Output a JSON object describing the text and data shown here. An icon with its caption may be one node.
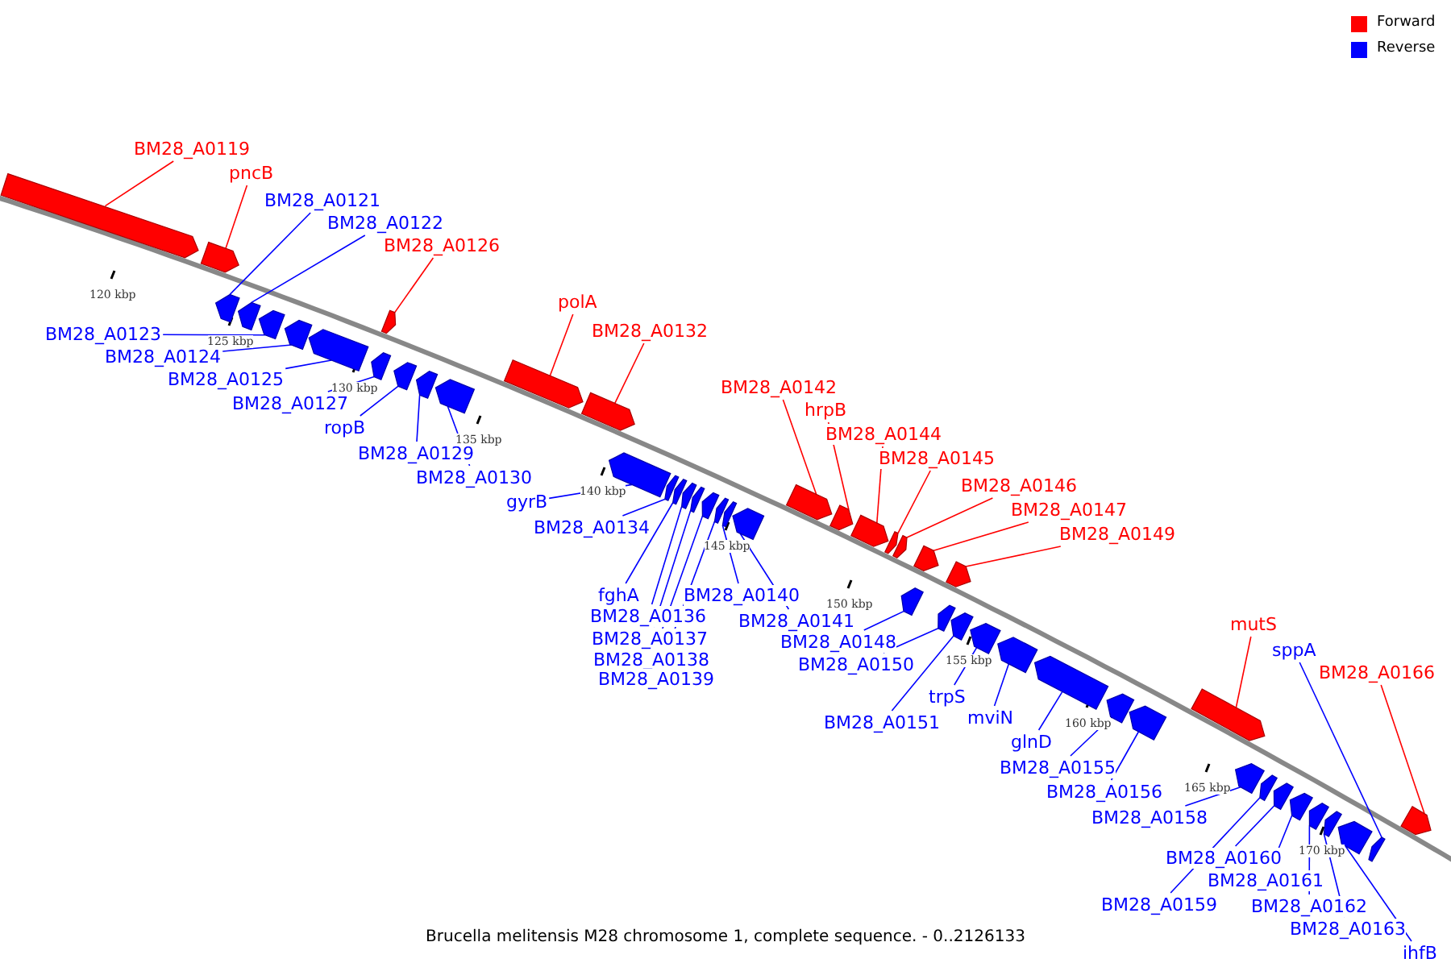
{
  "diagram": {
    "caption": "Brucella melitensis M28 chromosome 1, complete sequence. - 0..2126133",
    "nodes": [
      {
        "text": [
          "BM28_A0119"
        ]
      },
      {
        "text": [],
        "shape": "bar"
      },
      {
        "text": [
          "pncB"
        ]
      },
      {
        "text": [],
        "shape": "bar"
      },
      {
        "text": [
          "BM28_A0121"
        ]
      },
      {
        "text": [],
        "shape": "bar"
      },
      {
        "text": [
          "BM28_A0122"
        ]
      },
      {
        "text": [],
        "shape": "bar"
      },
      {
        "text": [
          "BM28_A0126"
        ]
      },
      {
        "text": [],
        "shape": "bar"
      },
      {
        "text": [
          "BM28_A0123"
        ]
      },
      {
        "text": [],
        "shape": "bar"
      },
      {
        "text": [
          "BM28_A0124"
        ]
      },
      {
        "text": [],
        "shape": "bar"
      },
      {
        "text": [
          "BM28_A0125"
        ]
      },
      {
        "text": [],
        "shape": "bar"
      },
      {
        "text": [
          "BM28_A0127"
        ]
      },
      {
        "text": [],
        "shape": "bar"
      },
      {
        "text": [
          "ropB"
        ]
      },
      {
        "text": [],
        "shape": "bar"
      },
      {
        "text": [
          "BM28_A0129"
        ]
      },
      {
        "text": [],
        "shape": "bar"
      },
      {
        "text": [
          "BM28_A0130"
        ]
      },
      {
        "text": [],
        "shape": "bar"
      },
      {
        "text": [
          "polA"
        ]
      },
      {
        "text": [],
        "shape": "bar"
      },
      {
        "text": [
          "BM28_A0132"
        ]
      },
      {
        "text": [],
        "shape": "bar"
      },
      {
        "text": [
          "BM28_A0142"
        ]
      },
      {
        "text": [],
        "shape": "bar"
      },
      {
        "text": [
          "hrpB"
        ]
      },
      {
        "text": [],
        "shape": "bar"
      },
      {
        "text": [
          "BM28_A0144"
        ]
      },
      {
        "text": [],
        "shape": "bar"
      },
      {
        "text": [
          "BM28_A0145"
        ]
      },
      {
        "text": [],
        "shape": "bar"
      },
      {
        "text": [
          "BM28_A0146"
        ]
      },
      {
        "text": [],
        "shape": "bar"
      },
      {
        "text": [
          "BM28_A0147"
        ]
      },
      {
        "text": [],
        "shape": "bar"
      },
      {
        "text": [
          "BM28_A0149"
        ]
      },
      {
        "text": [],
        "shape": "bar"
      },
      {
        "text": [
          "gyrB"
        ]
      },
      {
        "text": [],
        "shape": "bar"
      },
      {
        "text": [
          "BM28_A0134"
        ]
      },
      {
        "text": [],
        "shape": "bar"
      },
      {
        "text": [
          "fghA"
        ]
      },
      {
        "text": [],
        "shape": "bar"
      },
      {
        "text": [
          "BM28_A0136"
        ]
      },
      {
        "text": [],
        "shape": "bar"
      },
      {
        "text": [
          "BM28_A0137"
        ]
      },
      {
        "text": [],
        "shape": "bar"
      },
      {
        "text": [
          "BM28_A0138"
        ]
      },
      {
        "text": [],
        "shape": "bar"
      },
      {
        "text": [
          "BM28_A0139"
        ]
      },
      {
        "text": [],
        "shape": "bar"
      },
      {
        "text": [
          "BM28_A0140"
        ]
      },
      {
        "text": [],
        "shape": "bar"
      },
      {
        "text": [
          "BM28_A0141"
        ]
      },
      {
        "text": [],
        "shape": "bar"
      },
      {
        "text": [
          "BM28_A0148"
        ]
      },
      {
        "text": [],
        "shape": "bar"
      },
      {
        "text": [
          "BM28_A0150"
        ]
      },
      {
        "text": [],
        "shape": "bar"
      },
      {
        "text": [
          "BM28_A0151"
        ]
      },
      {
        "text": [],
        "shape": "bar"
      },
      {
        "text": [
          "trpS"
        ]
      },
      {
        "text": [],
        "shape": "bar"
      },
      {
        "text": [
          "mviN"
        ]
      },
      {
        "text": [],
        "shape": "bar"
      },
      {
        "text": [
          "glnD"
        ]
      },
      {
        "text": [],
        "shape": "bar"
      },
      {
        "text": [
          "BM28_A0155"
        ]
      },
      {
        "text": [],
        "shape": "bar"
      },
      {
        "text": [
          "BM28_A0156"
        ]
      },
      {
        "text": [],
        "shape": "bar"
      },
      {
        "text": [
          "mutS"
        ]
      },
      {
        "text": [],
        "shape": "bar"
      },
      {
        "text": [
          "sppA"
        ]
      },
      {
        "text": [],
        "shape": "bar"
      },
      {
        "text": [
          "BM28_A0166"
        ]
      },
      {
        "text": [],
        "shape": "bar"
      },
      {
        "text": [
          "BM28_A0158"
        ]
      },
      {
        "text": [],
        "shape": "bar"
      },
      {
        "text": [
          "BM28_A0159"
        ]
      },
      {
        "text": [],
        "shape": "bar"
      },
      {
        "text": [
          "BM28_A0160"
        ]
      },
      {
        "text": [],
        "shape": "bar"
      },
      {
        "text": [
          "BM28_A0161"
        ]
      },
      {
        "text": [],
        "shape": "bar"
      },
      {
        "text": [
          "BM28_A0162"
        ]
      },
      {
        "text": [],
        "shape": "bar"
      },
      {
        "text": [
          "BM28_A0163"
        ]
      },
      {
        "text": [],
        "shape": "bar"
      },
      {
        "text": [
          "ihfB"
        ]
      },
      {
        "text": [],
        "shape": "bar"
      }
    ],
    "edges": [
      {
        "from": 0,
        "to": 1,
        "arrow": "none",
        "color": "#ff0000"
      },
      {
        "from": 2,
        "to": 3,
        "arrow": "none",
        "color": "#ff0000"
      },
      {
        "from": 4,
        "to": 5,
        "arrow": "none"
      },
      {
        "from": 6,
        "to": 7,
        "arrow": "none"
      },
      {
        "from": 8,
        "to": 9,
        "arrow": "none",
        "color": "#ff0000"
      },
      {
        "from": 10,
        "to": 11,
        "arrow": "none"
      },
      {
        "from": 12,
        "to": 13,
        "arrow": "none"
      },
      {
        "from": 14,
        "to": 15,
        "arrow": "none"
      },
      {
        "from": 16,
        "to": 17,
        "arrow": "none"
      },
      {
        "from": 18,
        "to": 19,
        "arrow": "none"
      },
      {
        "from": 20,
        "to": 21,
        "arrow": "none"
      },
      {
        "from": 22,
        "to": 23,
        "arrow": "none"
      },
      {
        "from": 24,
        "to": 25,
        "arrow": "none",
        "color": "#ff0000"
      },
      {
        "from": 26,
        "to": 27,
        "arrow": "none",
        "color": "#ff0000"
      },
      {
        "from": 28,
        "to": 29,
        "arrow": "none",
        "color": "#ff0000"
      },
      {
        "from": 30,
        "to": 31,
        "arrow": "none",
        "color": "#ff0000"
      },
      {
        "from": 32,
        "to": 33,
        "arrow": "none",
        "color": "#ff0000"
      },
      {
        "from": 34,
        "to": 35,
        "arrow": "none",
        "color": "#ff0000"
      },
      {
        "from": 36,
        "to": 37,
        "arrow": "none",
        "color": "#ff0000"
      },
      {
        "from": 38,
        "to": 39,
        "arrow": "none",
        "color": "#ff0000"
      },
      {
        "from": 40,
        "to": 41,
        "arrow": "none",
        "color": "#ff0000"
      },
      {
        "from": 42,
        "to": 43,
        "arrow": "none"
      },
      {
        "from": 44,
        "to": 45,
        "arrow": "none"
      },
      {
        "from": 46,
        "to": 47,
        "arrow": "none"
      },
      {
        "from": 48,
        "to": 49,
        "arrow": "none"
      },
      {
        "from": 50,
        "to": 51,
        "arrow": "none"
      },
      {
        "from": 52,
        "to": 53,
        "arrow": "none"
      },
      {
        "from": 54,
        "to": 55,
        "arrow": "none"
      },
      {
        "from": 56,
        "to": 57,
        "arrow": "none"
      },
      {
        "from": 58,
        "to": 59,
        "arrow": "none"
      },
      {
        "from": 60,
        "to": 61,
        "arrow": "none"
      },
      {
        "from": 62,
        "to": 63,
        "arrow": "none"
      },
      {
        "from": 64,
        "to": 65,
        "arrow": "none"
      },
      {
        "from": 66,
        "to": 67,
        "arrow": "none"
      },
      {
        "from": 68,
        "to": 69,
        "arrow": "none"
      },
      {
        "from": 70,
        "to": 71,
        "arrow": "none"
      },
      {
        "from": 72,
        "to": 73,
        "arrow": "none"
      },
      {
        "from": 74,
        "to": 75,
        "arrow": "none"
      },
      {
        "from": 76,
        "to": 77,
        "arrow": "none",
        "color": "#ff0000"
      },
      {
        "from": 78,
        "to": 79,
        "arrow": "none"
      },
      {
        "from": 80,
        "to": 81,
        "arrow": "none",
        "color": "#ff0000"
      },
      {
        "from": 82,
        "to": 83,
        "arrow": "none"
      },
      {
        "from": 84,
        "to": 85,
        "arrow": "none"
      },
      {
        "from": 86,
        "to": 87,
        "arrow": "none"
      },
      {
        "from": 88,
        "to": 89,
        "arrow": "none"
      },
      {
        "from": 90,
        "to": 91,
        "arrow": "none"
      },
      {
        "from": 92,
        "to": 93,
        "arrow": "none"
      },
      {
        "from": 94,
        "to": 95,
        "arrow": "none"
      }
    ],
    "labels": [
      "120 kbp",
      "125 kbp",
      "130 kbp",
      "135 kbp",
      "140 kbp",
      "145 kbp",
      "150 kbp",
      "155 kbp",
      "160 kbp",
      "165 kbp",
      "170 kbp"
    ],
    "legend": [
      {
        "text": "Forward",
        "color": "#ff0000"
      },
      {
        "text": "Reverse",
        "color": "#0000ff"
      }
    ]
  }
}
